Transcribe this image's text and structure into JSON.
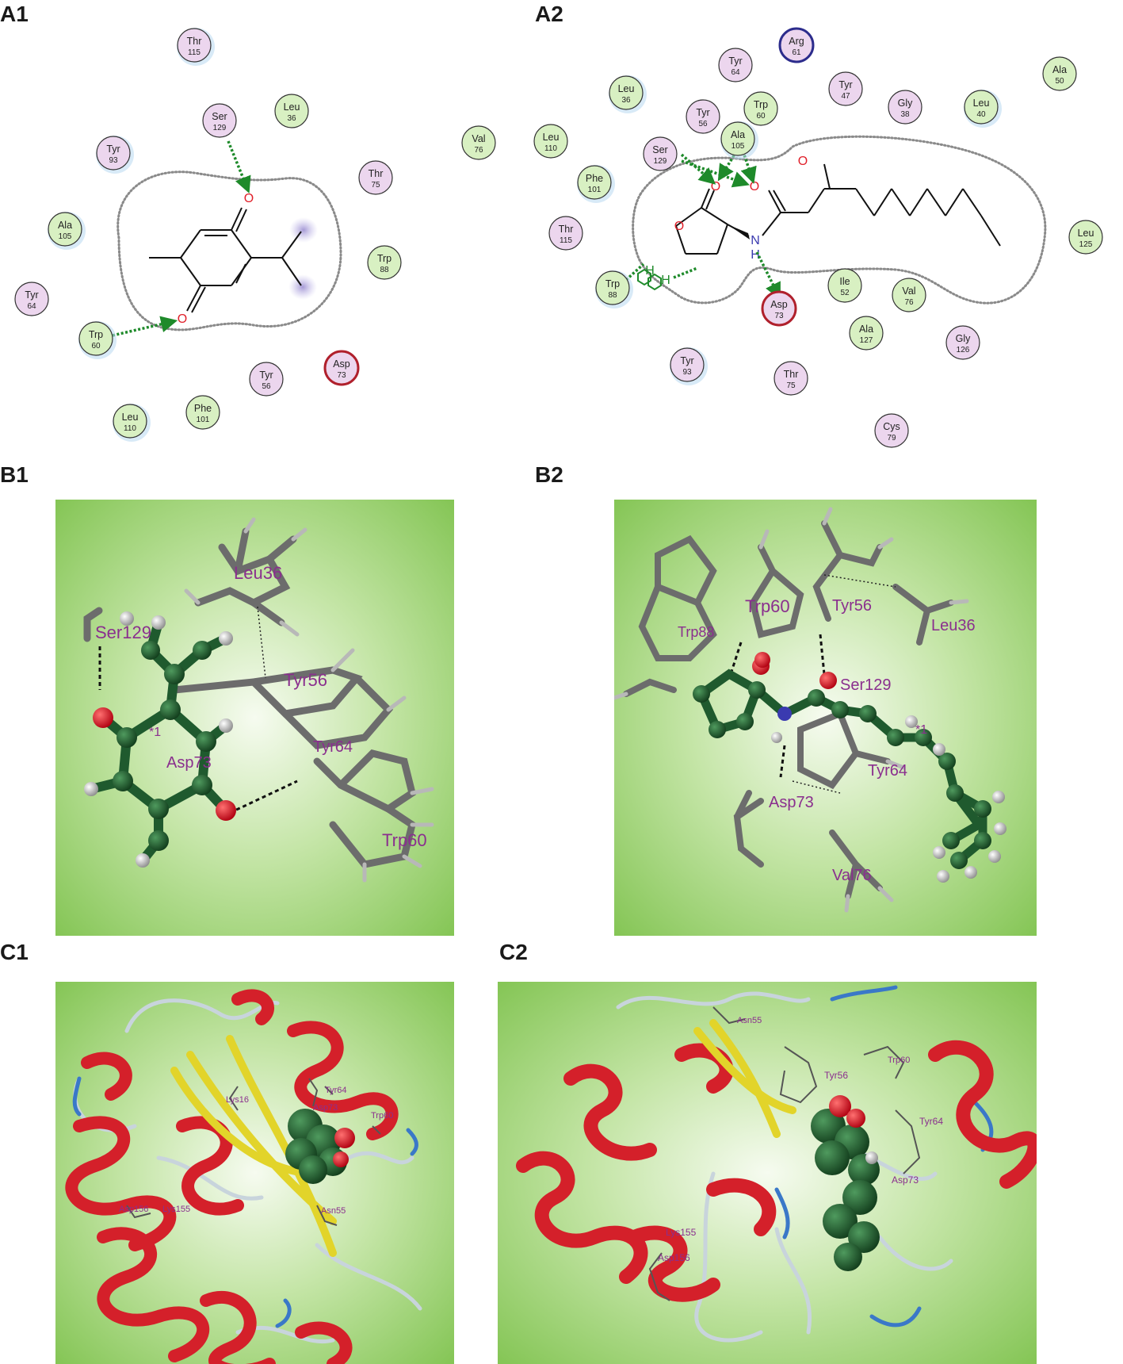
{
  "panel_labels": [
    "A1",
    "A2",
    "B1",
    "B2",
    "C1",
    "C2"
  ],
  "colors": {
    "hydrophobic_fill": "#d8f0c2",
    "polar_fill": "#ecd6ee",
    "acidic_ring": "#b0202c",
    "basic_ring": "#2c2c8c",
    "exposure_halo": "#b8d8f0",
    "hbond": "#1e8a2a",
    "pocket_line": "#8a8a8a",
    "ligand_green": "#1f5a2e",
    "oxygen_red": "#e0202a",
    "nitrogen_blue": "#3a3ab0",
    "residue_label": "#8a2f8e",
    "panel_bg_center": "#f4faee",
    "panel_bg_edge": "#86c656",
    "helix": "#d4202a",
    "sheet": "#e2d42a",
    "coil": "#c8d4dc"
  },
  "a1": {
    "residues": [
      {
        "name": "Thr",
        "num": "115",
        "type": "polar"
      },
      {
        "name": "Ser",
        "num": "129",
        "type": "polar"
      },
      {
        "name": "Leu",
        "num": "36",
        "type": "hydrophobic"
      },
      {
        "name": "Tyr",
        "num": "93",
        "type": "polar"
      },
      {
        "name": "Val",
        "num": "76",
        "type": "hydrophobic"
      },
      {
        "name": "Thr",
        "num": "75",
        "type": "polar"
      },
      {
        "name": "Ala",
        "num": "105",
        "type": "hydrophobic"
      },
      {
        "name": "Trp",
        "num": "88",
        "type": "hydrophobic"
      },
      {
        "name": "Tyr",
        "num": "64",
        "type": "polar"
      },
      {
        "name": "Trp",
        "num": "60",
        "type": "hydrophobic"
      },
      {
        "name": "Asp",
        "num": "73",
        "type": "acidic"
      },
      {
        "name": "Tyr",
        "num": "56",
        "type": "polar"
      },
      {
        "name": "Leu",
        "num": "110",
        "type": "hydrophobic"
      },
      {
        "name": "Phe",
        "num": "101",
        "type": "hydrophobic"
      }
    ],
    "atoms": [
      "O",
      "O"
    ]
  },
  "a2": {
    "residues": [
      {
        "name": "Arg",
        "num": "61",
        "type": "basic"
      },
      {
        "name": "Tyr",
        "num": "64",
        "type": "polar"
      },
      {
        "name": "Ala",
        "num": "50",
        "type": "hydrophobic"
      },
      {
        "name": "Leu",
        "num": "36",
        "type": "hydrophobic"
      },
      {
        "name": "Tyr",
        "num": "47",
        "type": "polar"
      },
      {
        "name": "Gly",
        "num": "38",
        "type": "polar"
      },
      {
        "name": "Leu",
        "num": "40",
        "type": "hydrophobic"
      },
      {
        "name": "Tyr",
        "num": "56",
        "type": "polar"
      },
      {
        "name": "Trp",
        "num": "60",
        "type": "hydrophobic"
      },
      {
        "name": "Ala",
        "num": "105",
        "type": "hydrophobic"
      },
      {
        "name": "Leu",
        "num": "110",
        "type": "hydrophobic"
      },
      {
        "name": "Ser",
        "num": "129",
        "type": "polar"
      },
      {
        "name": "Phe",
        "num": "101",
        "type": "hydrophobic"
      },
      {
        "name": "Thr",
        "num": "115",
        "type": "polar"
      },
      {
        "name": "Leu",
        "num": "125",
        "type": "hydrophobic"
      },
      {
        "name": "Trp",
        "num": "88",
        "type": "hydrophobic"
      },
      {
        "name": "Ile",
        "num": "52",
        "type": "hydrophobic"
      },
      {
        "name": "Val",
        "num": "76",
        "type": "hydrophobic"
      },
      {
        "name": "Asp",
        "num": "73",
        "type": "acidic"
      },
      {
        "name": "Ala",
        "num": "127",
        "type": "hydrophobic"
      },
      {
        "name": "Gly",
        "num": "126",
        "type": "polar"
      },
      {
        "name": "Tyr",
        "num": "93",
        "type": "polar"
      },
      {
        "name": "Thr",
        "num": "75",
        "type": "polar"
      },
      {
        "name": "Cys",
        "num": "79",
        "type": "polar"
      }
    ],
    "atoms": [
      "O",
      "O",
      "O",
      "O",
      "N",
      "H",
      "H",
      "H"
    ]
  },
  "b1": {
    "residue_labels": [
      "Leu36",
      "Ser129",
      "Tyr56",
      "Tyr64",
      "Asp73",
      "Trp60"
    ],
    "annotation": "*1"
  },
  "b2": {
    "residue_labels": [
      "Trp60",
      "Tyr56",
      "Leu36",
      "Trp88",
      "Ser129",
      "Tyr64",
      "Asp73",
      "Val76"
    ],
    "annotation": "*1"
  },
  "c1": {
    "residue_labels": [
      "Tyr64",
      "Lys16",
      "Asp73",
      "Trp60",
      "Lys155",
      "Asn55",
      "Asp156"
    ]
  },
  "c2": {
    "residue_labels": [
      "Asn55",
      "Trp60",
      "Tyr56",
      "Tyr64",
      "Asp73",
      "Lys155",
      "Asp156"
    ]
  }
}
